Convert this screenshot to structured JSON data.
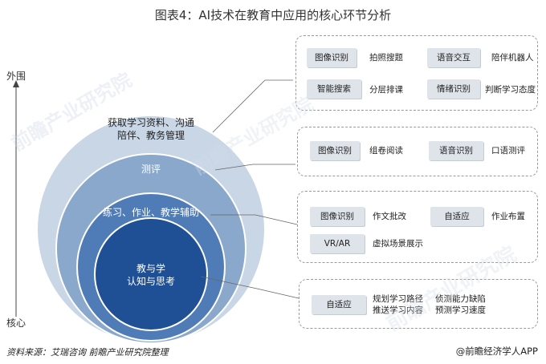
{
  "title": "图表4：AI技术在教育中应用的核心环节分析",
  "axis": {
    "outer": "外围",
    "core": "核心"
  },
  "rings": [
    {
      "label": "获取学习资料、沟通\n陪伴、教务管理"
    },
    {
      "label": "测评"
    },
    {
      "label": "练习、作业、教学辅助"
    },
    {
      "label": "教与学\n认知与思考"
    }
  ],
  "panel1": {
    "tags": [
      "图像识别",
      "语音交互",
      "智能搜索",
      "情绪识别"
    ],
    "descs": [
      "拍照搜题",
      "陪伴机器人",
      "分层排课",
      "判断学习态度"
    ]
  },
  "panel2": {
    "tags": [
      "图像识别",
      "语音识别"
    ],
    "descs": [
      "组卷阅读",
      "口语测评"
    ]
  },
  "panel3": {
    "tags": [
      "图像识别",
      "自适应",
      "VR/AR"
    ],
    "descs": [
      "作文批改",
      "作业布置",
      "虚拟场景展示"
    ]
  },
  "panel4": {
    "tags": [
      "自适应"
    ],
    "descs": [
      "规划学习路径\n推送学习内容",
      "侦测能力缺陷\n预测学习速度"
    ]
  },
  "watermark": "前瞻产业研究院",
  "footer": {
    "source": "资料来源：艾瑞咨询 前瞻产业研究院整理",
    "brand": "@前瞻经济学人APP"
  },
  "colors": {
    "ring1": "#c9d6e6",
    "ring2": "#8aa7cc",
    "ring3": "#4f7cb6",
    "ring4": "#1f4f95",
    "tag_bg": "#dfe4ea",
    "dash": "#9a9a9a"
  }
}
